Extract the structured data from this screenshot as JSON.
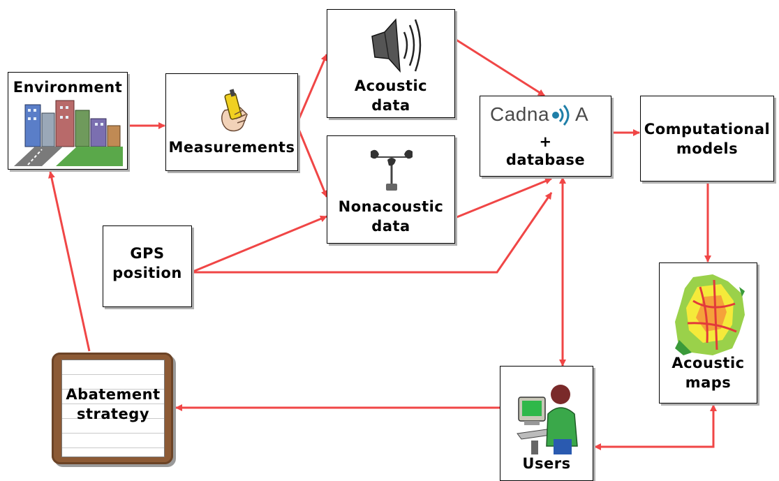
{
  "nodes": {
    "environment": {
      "label": "Environment"
    },
    "measurements": {
      "label": "Measurements"
    },
    "acoustic_data": {
      "line1": "Acoustic",
      "line2": "data"
    },
    "nonacoustic_data": {
      "line1": "Nonacoustic",
      "line2": "data"
    },
    "gps_position": {
      "line1": "GPS",
      "line2": "position"
    },
    "cadna": {
      "logo_text": "Cadna",
      "logo_letter": "A",
      "plus": "+",
      "database": "database"
    },
    "computational_models": {
      "line1": "Computational",
      "line2": "models"
    },
    "acoustic_maps": {
      "line1": "Acoustic",
      "line2": "maps"
    },
    "users": {
      "label": "Users"
    },
    "abatement_strategy": {
      "line1": "Abatement",
      "line2": "strategy"
    }
  },
  "colors": {
    "arrow": "#f04646",
    "logo_blue": "#1f7fa8",
    "logo_gray": "#4a4a4a"
  }
}
